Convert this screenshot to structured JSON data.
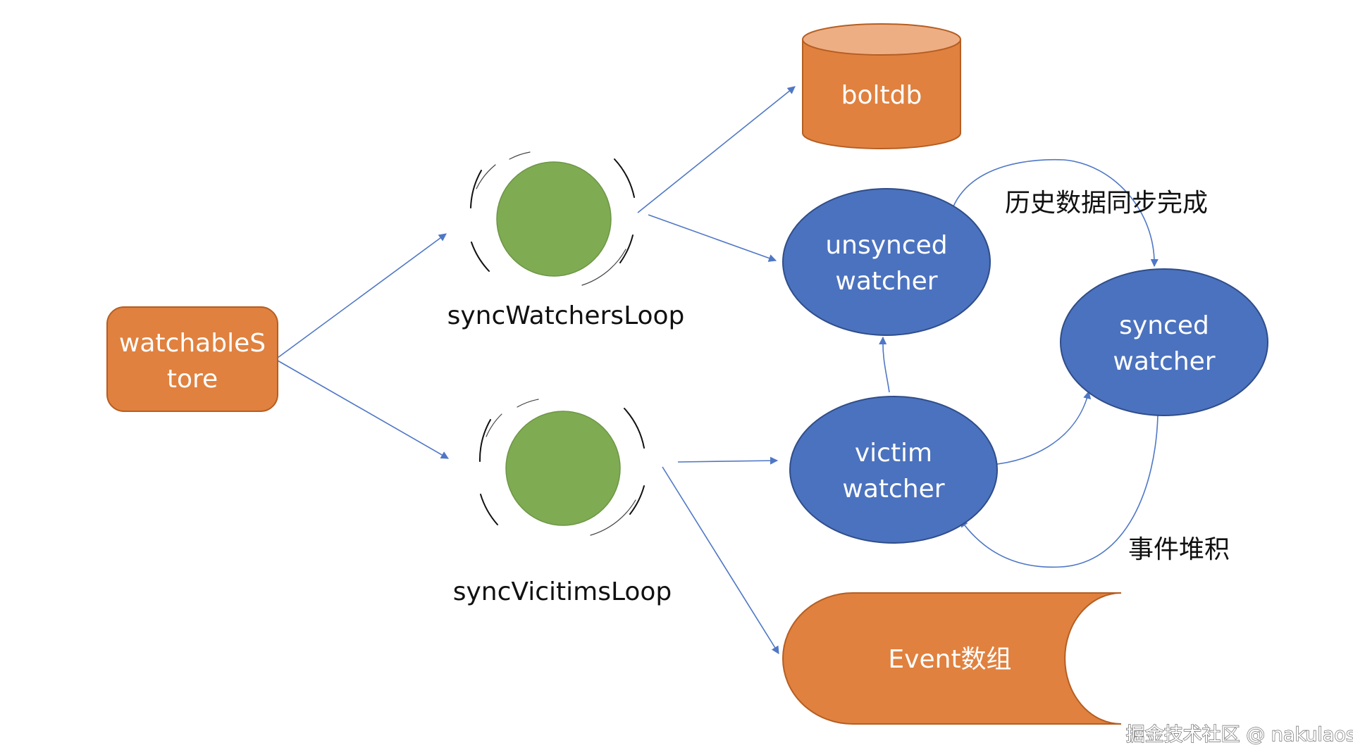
{
  "nodes": {
    "watchable_store": {
      "line1": "watchableS",
      "line2": "tore"
    },
    "boltdb": {
      "label": "boltdb"
    },
    "unsynced_watcher": {
      "line1": "unsynced",
      "line2": "watcher"
    },
    "synced_watcher": {
      "line1": "synced",
      "line2": "watcher"
    },
    "victim_watcher": {
      "line1": "victim",
      "line2": "watcher"
    },
    "event_array": {
      "label": "Event数组"
    }
  },
  "loops": {
    "sync_watchers": {
      "label": "syncWatchersLoop"
    },
    "sync_victims": {
      "label": "syncVicitimsLoop"
    }
  },
  "edge_labels": {
    "history_sync_done": "历史数据同步完成",
    "event_backlog": "事件堆积"
  },
  "watermark": "掘金技术社区 @ nakulaos",
  "colors": {
    "orange": "#e0813f",
    "orange_border": "#b55e22",
    "cylinder_top": "#eeae84",
    "blue": "#4b72be",
    "blue_border": "#2f4d8a",
    "green": "#7fab53",
    "arrow": "#4f77c6"
  }
}
